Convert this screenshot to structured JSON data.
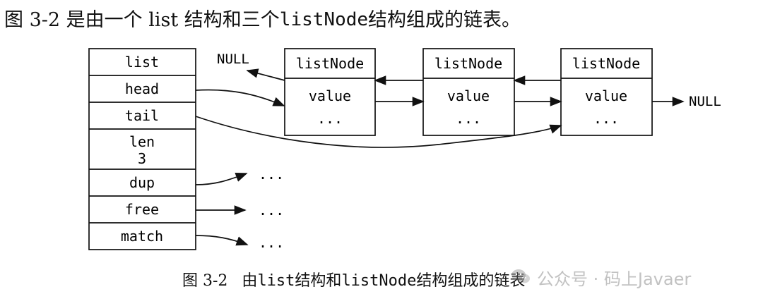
{
  "heading": {
    "prefix": "图 3-2 是由一个 list 结构和三个 ",
    "mono": "listNode",
    "suffix": " 结构组成的链表。"
  },
  "list_struct": {
    "title": "list",
    "fields": [
      "head",
      "tail",
      "len",
      "dup",
      "free",
      "match"
    ],
    "len_value": "3"
  },
  "list_nodes": [
    {
      "title": "listNode",
      "value_label": "value",
      "more_label": "..."
    },
    {
      "title": "listNode",
      "value_label": "value",
      "more_label": "..."
    },
    {
      "title": "listNode",
      "value_label": "value",
      "more_label": "..."
    }
  ],
  "null_labels": {
    "left": "NULL",
    "right": "NULL"
  },
  "function_targets": [
    "...",
    "...",
    "..."
  ],
  "caption": {
    "figure_label": "图 3-2",
    "prefix": "由",
    "list_mono": "list",
    "middle": "结构和",
    "node_mono": "listNode",
    "suffix": "结构组成的链表"
  },
  "watermark": {
    "text": "公众号 · 码上Javaer",
    "icon": "wechat-logo-icon"
  },
  "colors": {
    "background": "#ffffff",
    "ink": "#111111",
    "watermark": "#9a9a9a"
  }
}
